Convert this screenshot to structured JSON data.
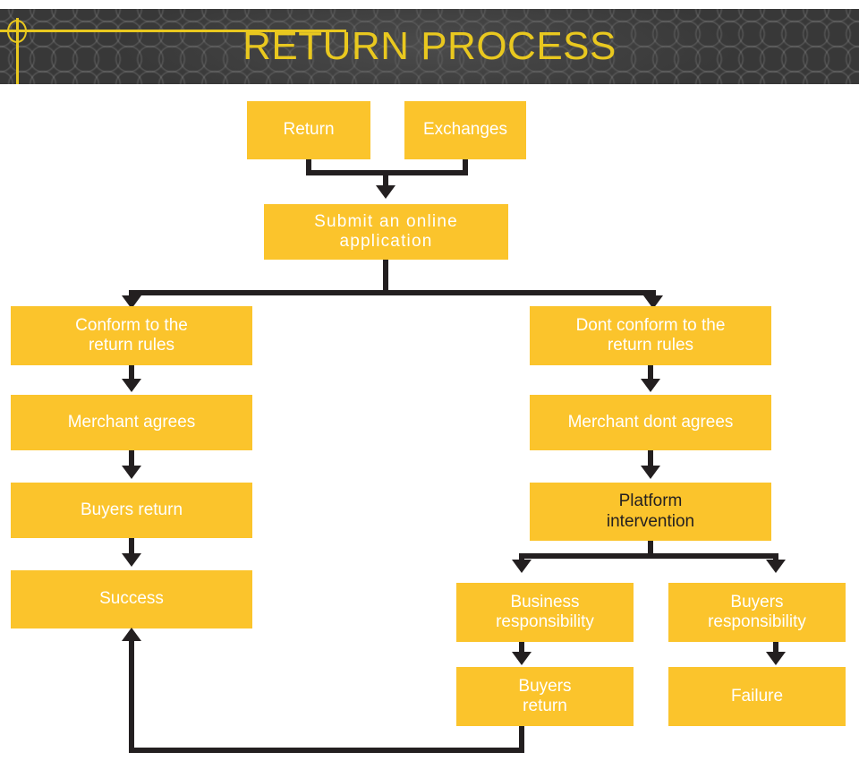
{
  "header": {
    "title": "RETURN PROCESS",
    "accent_color": "#e9c81f",
    "background_color": "#383838",
    "decoration": "crosshair-target"
  },
  "theme": {
    "node_fill": "#fbc42c",
    "node_text": "#ffffff",
    "node_text_dark": "#231f20",
    "connector_color": "#231f20",
    "page_background": "#ffffff"
  },
  "flow": {
    "nodes": [
      {
        "id": "return",
        "label": "Return"
      },
      {
        "id": "exchanges",
        "label": "Exchanges"
      },
      {
        "id": "submit-application",
        "label": "Submit an online\napplication"
      },
      {
        "id": "conform-rules",
        "label": "Conform to the\nreturn rules"
      },
      {
        "id": "merchant-agrees",
        "label": "Merchant agrees"
      },
      {
        "id": "buyers-return-left",
        "label": "Buyers return"
      },
      {
        "id": "success",
        "label": "Success"
      },
      {
        "id": "dont-conform-rules",
        "label": "Dont conform to the\nreturn rules"
      },
      {
        "id": "merchant-dont-agrees",
        "label": "Merchant dont agrees"
      },
      {
        "id": "platform-intervention",
        "label": "Platform\nintervention"
      },
      {
        "id": "business-responsibility",
        "label": "Business\nresponsibility"
      },
      {
        "id": "buyers-responsibility",
        "label": "Buyers\nresponsibility"
      },
      {
        "id": "buyers-return-bottom",
        "label": "Buyers\nreturn"
      },
      {
        "id": "failure",
        "label": "Failure"
      }
    ],
    "labels": {
      "return": "Return",
      "exchanges": "Exchanges",
      "submit_application_line1": "Submit an online",
      "submit_application_line2": "application",
      "conform_rules_line1": "Conform to the",
      "conform_rules_line2": "return rules",
      "merchant_agrees": "Merchant agrees",
      "buyers_return_left": "Buyers return",
      "success": "Success",
      "dont_conform_rules_line1": "Dont conform to the",
      "dont_conform_rules_line2": "return rules",
      "merchant_dont_agrees": "Merchant dont agrees",
      "platform_intervention_line1": "Platform",
      "platform_intervention_line2": "intervention",
      "business_responsibility_line1": "Business",
      "business_responsibility_line2": "responsibility",
      "buyers_responsibility_line1": "Buyers",
      "buyers_responsibility_line2": "responsibility",
      "buyers_return_bottom_line1": "Buyers",
      "buyers_return_bottom_line2": "return",
      "failure": "Failure"
    }
  }
}
